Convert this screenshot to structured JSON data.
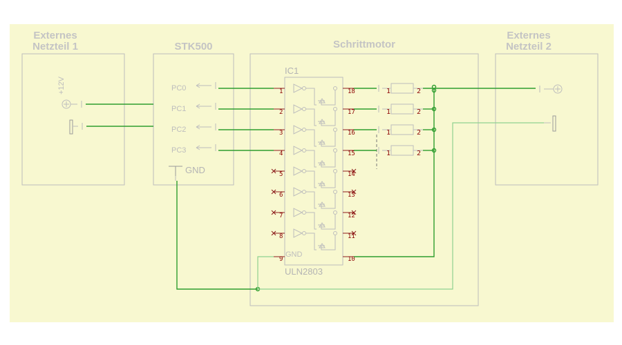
{
  "blocks": {
    "netzteil1": {
      "title_line1": "Externes",
      "title_line2": "Netzteil 1",
      "voltage": "+12V"
    },
    "stk500": {
      "title": "STK500",
      "pins": [
        "PC0",
        "PC1",
        "PC2",
        "PC3"
      ],
      "gnd": "GND"
    },
    "schrittmotor": {
      "title": "Schrittmotor"
    },
    "netzteil2": {
      "title_line1": "Externes",
      "title_line2": "Netzteil 2"
    }
  },
  "ic": {
    "ref": "IC1",
    "part": "ULN2803",
    "gnd_label": "GND",
    "left_pins": [
      "1",
      "2",
      "3",
      "4",
      "5",
      "6",
      "7",
      "8"
    ],
    "right_pins": [
      "18",
      "17",
      "16",
      "15",
      "14",
      "13",
      "12",
      "11"
    ],
    "gnd_pin": "9",
    "com_pin": "10"
  },
  "resistor_pin_labels": {
    "left": "1",
    "right": "2"
  },
  "colors": {
    "background": "#f8f8d0",
    "block_outline": "#bdbdbd",
    "wire": "#2e9d2e",
    "wire_light": "#8fd18f",
    "pin_number": "#8b0000"
  }
}
